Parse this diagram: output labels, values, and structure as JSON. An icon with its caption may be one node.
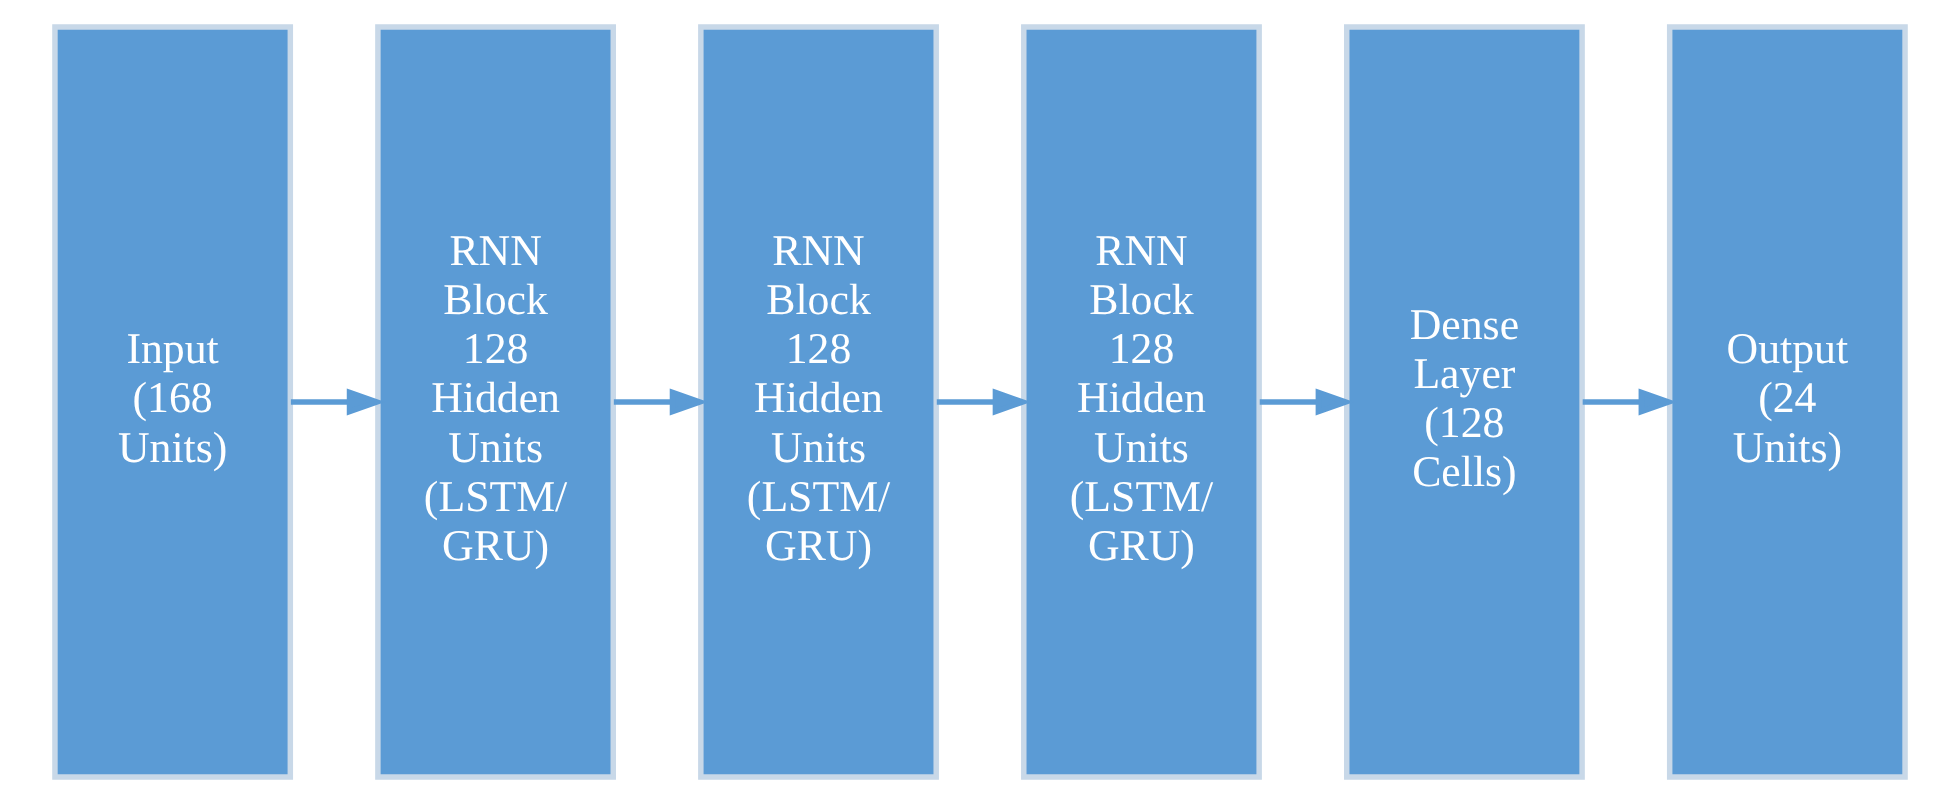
{
  "diagram": {
    "nodes": [
      {
        "text": [
          "Input (168 Units)"
        ]
      },
      {
        "text": [
          "RNN Block 128 Hidden Units (LSTM/ GRU)"
        ]
      },
      {
        "text": [
          "RNN Block 128 Hidden Units (LSTM/ GRU)"
        ]
      },
      {
        "text": [
          "RNN Block 128 Hidden Units (LSTM/ GRU)"
        ]
      },
      {
        "text": [
          "Dense Layer (128 Cells)"
        ]
      },
      {
        "text": [
          "Output (24 Units)"
        ]
      }
    ],
    "edges": [
      {
        "from": 0,
        "to": 1,
        "arrow": "to"
      },
      {
        "from": 1,
        "to": 2,
        "arrow": "to"
      },
      {
        "from": 2,
        "to": 3,
        "arrow": "to"
      },
      {
        "from": 3,
        "to": 4,
        "arrow": "to"
      },
      {
        "from": 4,
        "to": 5,
        "arrow": "to"
      }
    ]
  }
}
